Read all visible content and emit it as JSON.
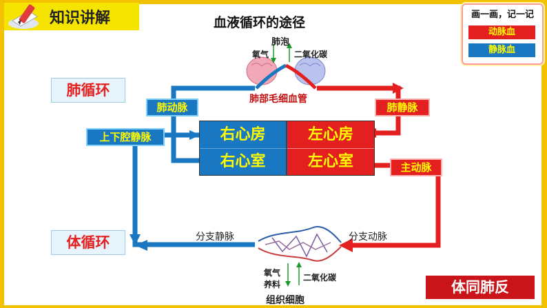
{
  "header": {
    "section_title": "知识讲解",
    "main_title": "血液循环的途径"
  },
  "legend": {
    "title": "画一画，记一记",
    "arterial": "动脉血",
    "venous": "静脉血",
    "arterial_color": "#e41f1f",
    "venous_color": "#1a78c2"
  },
  "lung": {
    "alveoli": "肺泡",
    "oxygen": "氧气",
    "co2": "二氧化碳",
    "capillaries": "肺部毛细血管"
  },
  "cycles": {
    "pulmonary": "肺循环",
    "systemic": "体循环"
  },
  "vessels": {
    "pulmonary_artery": "肺动脉",
    "pulmonary_vein": "肺静脉",
    "vena_cava": "上下腔静脉",
    "aorta": "主动脉",
    "branch_vein": "分支静脉",
    "branch_artery": "分支动脉"
  },
  "heart": {
    "right_atrium": "右心房",
    "left_atrium": "左心房",
    "right_ventricle": "右心室",
    "left_ventricle": "左心室"
  },
  "tissue": {
    "oxygen": "氧气",
    "nutrients": "养料",
    "co2": "二氧化碳",
    "cells": "组织细胞"
  },
  "rule": "体同肺反"
}
